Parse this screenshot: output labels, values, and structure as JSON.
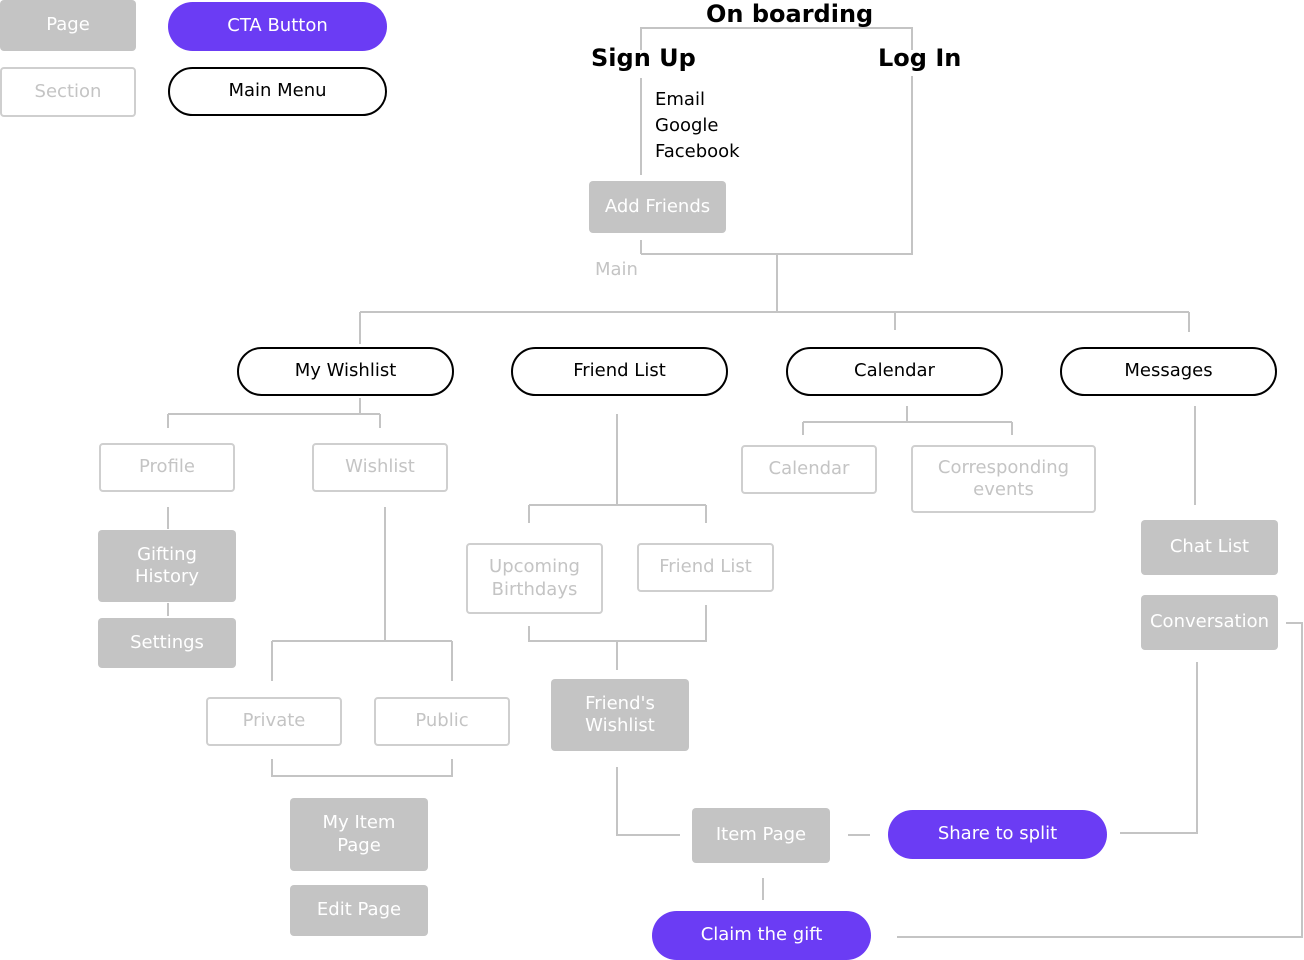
{
  "legend": {
    "page": "Page",
    "cta": "CTA Button",
    "section": "Section",
    "main_menu": "Main Menu"
  },
  "onboarding": {
    "title": "On boarding",
    "sign_up": "Sign Up",
    "log_in": "Log In",
    "options": [
      "Email",
      "Google",
      "Facebook"
    ],
    "add_friends": "Add Friends",
    "main": "Main"
  },
  "menus": [
    "My Wishlist",
    "Friend List",
    "Calendar",
    "Messages"
  ],
  "wishlist_branch": {
    "profile": "Profile",
    "wishlist": "Wishlist",
    "gifting_history": "Gifting History",
    "settings": "Settings",
    "private": "Private",
    "public": "Public",
    "my_item_page": "My Item Page",
    "edit_page": "Edit Page"
  },
  "friend_branch": {
    "upcoming_birthdays": "Upcoming Birthdays",
    "friend_list": "Friend List",
    "friends_wishlist": "Friend's Wishlist",
    "item_page": "Item Page"
  },
  "calendar_branch": {
    "calendar": "Calendar",
    "corresponding_events": "Corresponding events"
  },
  "messages_branch": {
    "chat_list": "Chat List",
    "conversation": "Conversation"
  },
  "actions": {
    "share_to_split": "Share to split",
    "claim_the_gift": "Claim the gift"
  },
  "colors": {
    "page": "#c4c4c4",
    "section_border": "#cfcfcf",
    "cta": "#6b3cf4",
    "menu_border": "#000000",
    "connector": "#c4c4c4"
  }
}
